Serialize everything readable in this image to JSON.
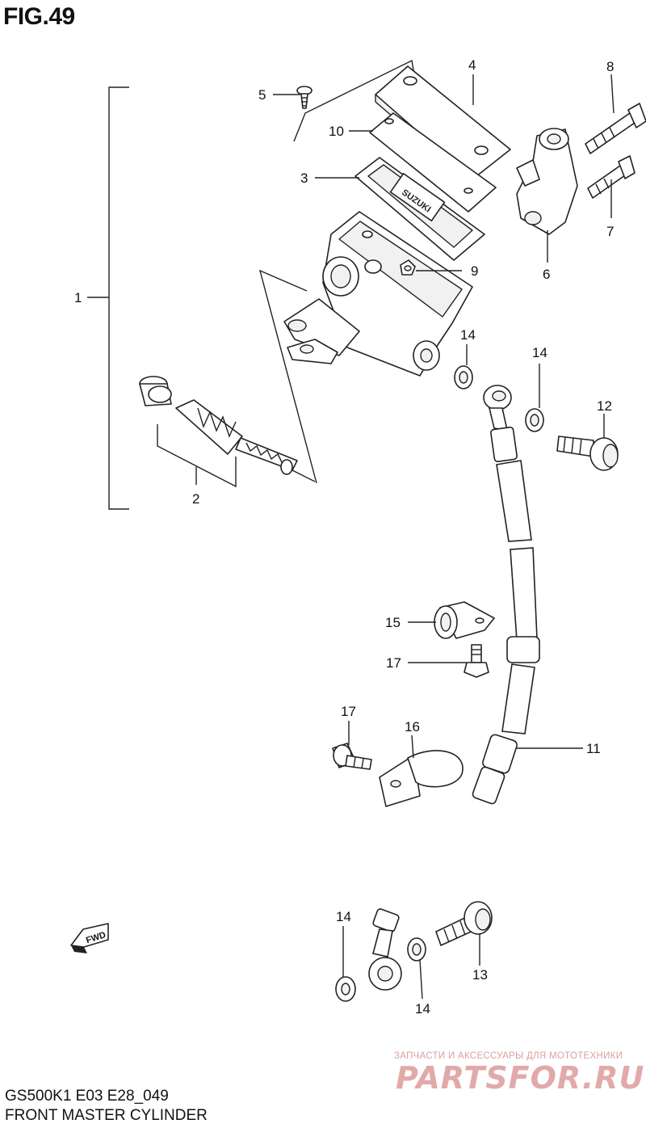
{
  "header": {
    "figure_label": "FIG.49"
  },
  "footer": {
    "model_code": "GS500K1  E03  E28_049",
    "section_title": "FRONT MASTER CYLINDER"
  },
  "watermark": {
    "tagline": "ЗАПЧАСТИ И АКСЕССУАРЫ ДЛЯ МОТОТЕХНИКИ",
    "logo": "PARTSFOR.RU"
  },
  "fwd_badge": {
    "label": "FWD"
  },
  "callouts": [
    {
      "id": "c1",
      "label": "1"
    },
    {
      "id": "c2",
      "label": "2"
    },
    {
      "id": "c3",
      "label": "3"
    },
    {
      "id": "c4",
      "label": "4"
    },
    {
      "id": "c5",
      "label": "5"
    },
    {
      "id": "c6",
      "label": "6"
    },
    {
      "id": "c7",
      "label": "7"
    },
    {
      "id": "c8",
      "label": "8"
    },
    {
      "id": "c9",
      "label": "9"
    },
    {
      "id": "c10",
      "label": "10"
    },
    {
      "id": "c11",
      "label": "11"
    },
    {
      "id": "c12",
      "label": "12"
    },
    {
      "id": "c13",
      "label": "13"
    },
    {
      "id": "c14a",
      "label": "14"
    },
    {
      "id": "c14b",
      "label": "14"
    },
    {
      "id": "c14c",
      "label": "14"
    },
    {
      "id": "c14d",
      "label": "14"
    },
    {
      "id": "c15",
      "label": "15"
    },
    {
      "id": "c16",
      "label": "16"
    },
    {
      "id": "c17a",
      "label": "17"
    },
    {
      "id": "c17b",
      "label": "17"
    }
  ]
}
